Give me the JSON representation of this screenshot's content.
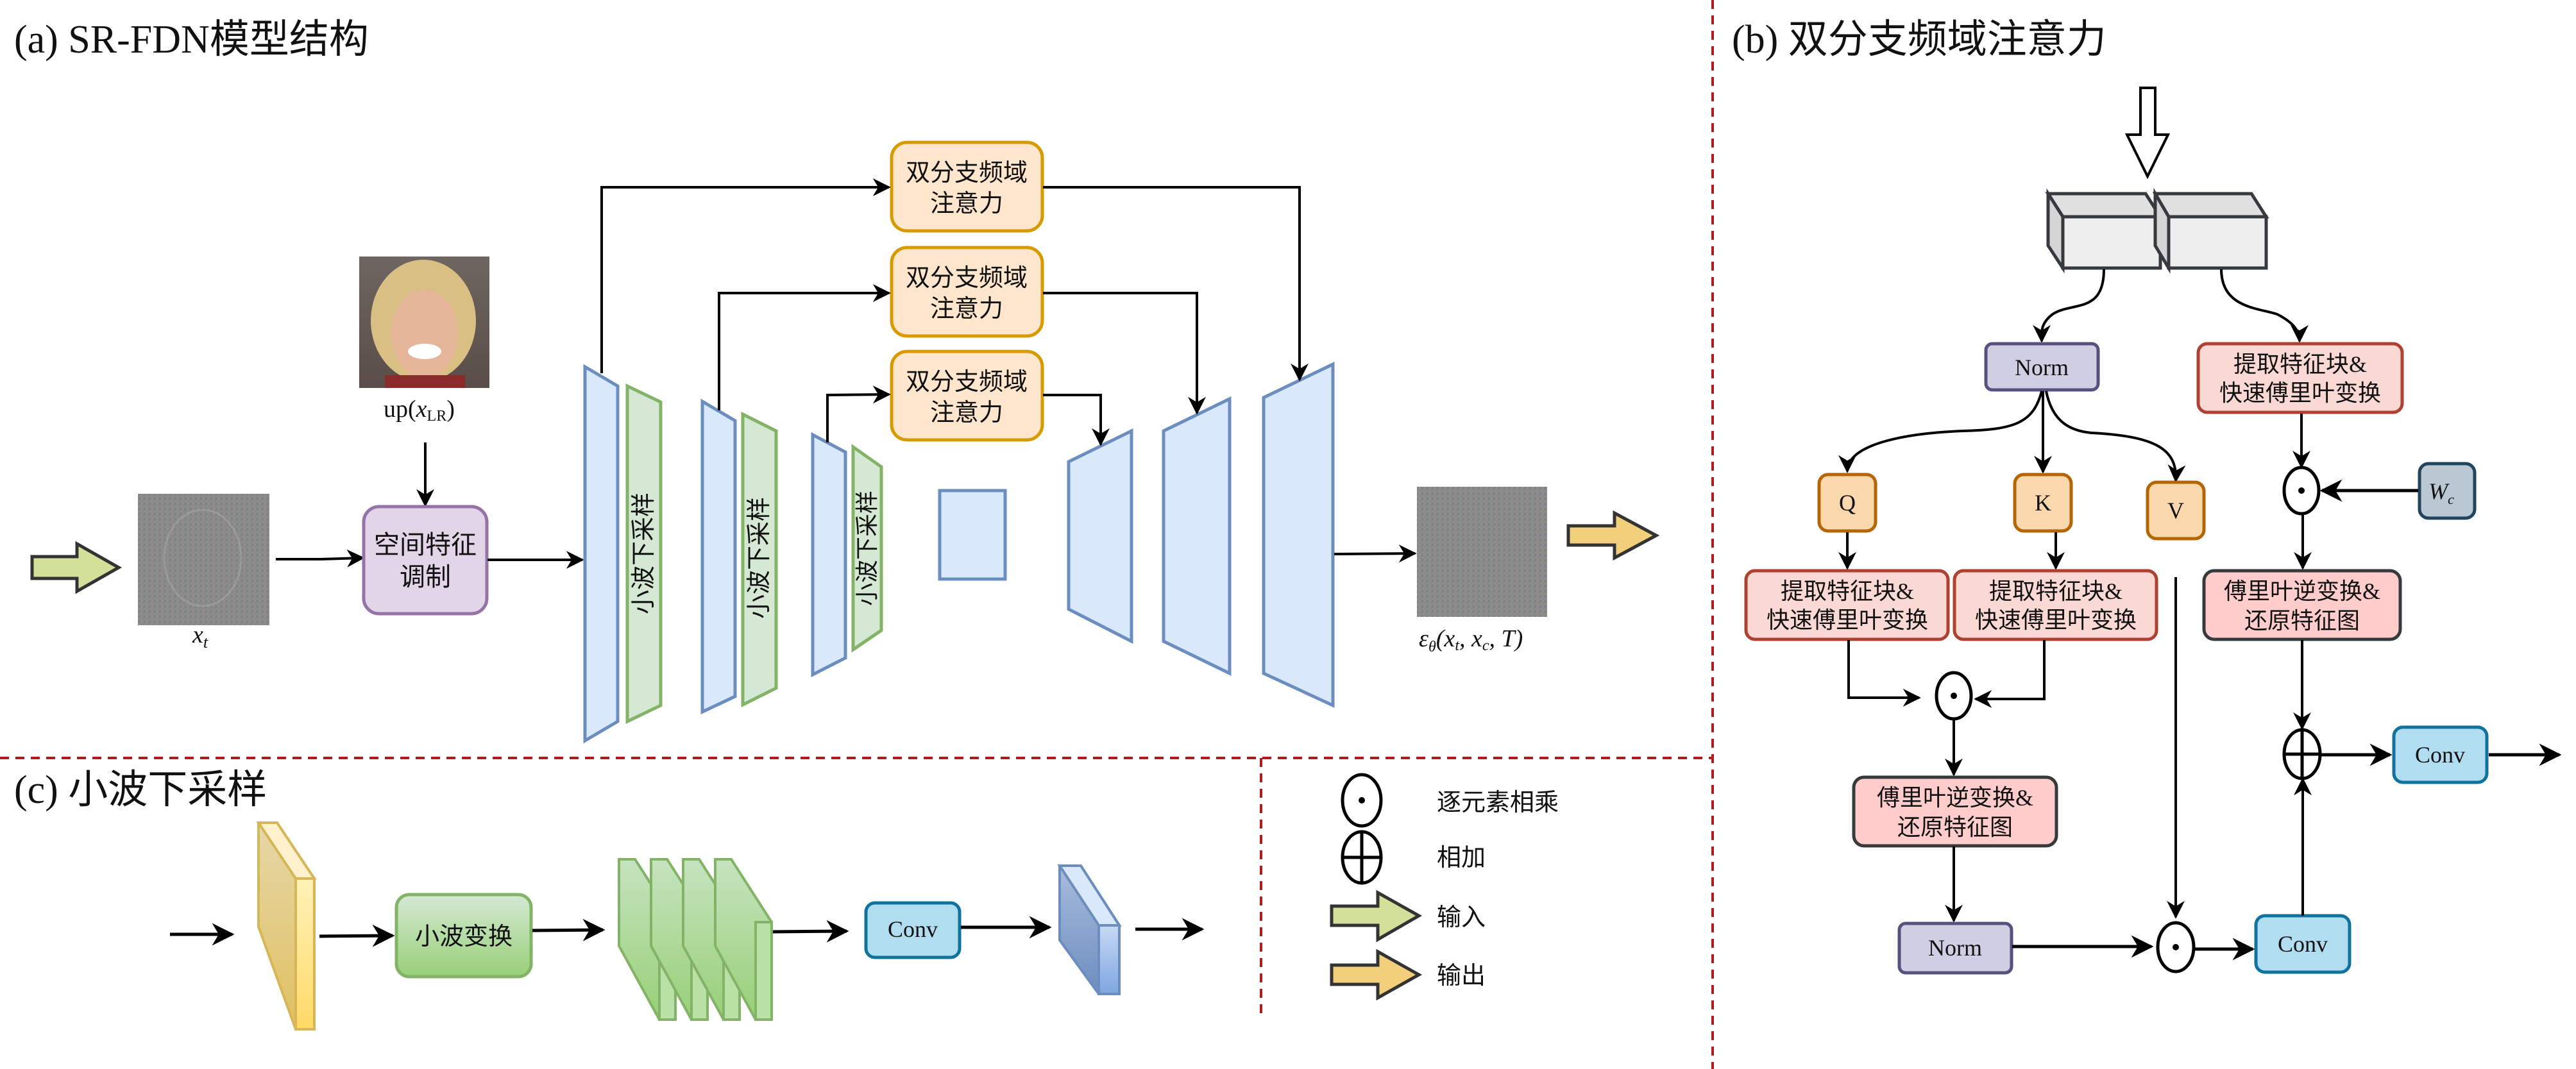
{
  "panel_a": {
    "title": "(a) SR-FDN模型结构",
    "lr_image_label_prefix": "up(",
    "lr_image_label_var": "x",
    "lr_image_label_sub": "LR",
    "lr_image_label_suffix": ")",
    "noisy_image_label_var": "x",
    "noisy_image_label_sub": "t",
    "spatial_modulation": [
      "空间特征",
      "调制"
    ],
    "attention_blocks": [
      [
        "双分支频域",
        "注意力"
      ],
      [
        "双分支频域",
        "注意力"
      ],
      [
        "双分支频域",
        "注意力"
      ]
    ],
    "downsample_labels": [
      "小波下采样",
      "小波下采样",
      "小波下采样"
    ],
    "output_label": "εθ(xt, xc, T)",
    "output_label_parts": {
      "eps": "ε",
      "theta": "θ",
      "args": "(x",
      "t": "t",
      "sep1": ", x",
      "c": "c",
      "sep2": ", T)"
    }
  },
  "panel_b": {
    "title": "(b) 双分支频域注意力",
    "norm_top": "Norm",
    "q": "Q",
    "k": "K",
    "v": "V",
    "extract_fft": [
      "提取特征块&",
      "快速傅里叶变换"
    ],
    "ifft_restore": [
      "傅里叶逆变换&",
      "还原特征图"
    ],
    "norm_bottom": "Norm",
    "conv_bottom": "Conv",
    "conv_right": "Conv",
    "weight_var": "W",
    "weight_sub": "c"
  },
  "panel_c": {
    "title": "(c) 小波下采样",
    "wavelet_transform": "小波变换",
    "conv": "Conv"
  },
  "legend": {
    "items": [
      {
        "icon": "elementwise-multiply-icon",
        "label": "逐元素相乘"
      },
      {
        "icon": "add-icon",
        "label": "相加"
      },
      {
        "icon": "input-arrow-icon",
        "label": "输入"
      },
      {
        "icon": "output-arrow-icon",
        "label": "输出"
      }
    ]
  },
  "colors": {
    "encoder_fill": "#dae8fc",
    "encoder_stroke": "#6c8ebf",
    "downsample_fill": "#d5e8d4",
    "downsample_stroke": "#82b366",
    "attention_fill": "#ffe6cc",
    "attention_stroke": "#d79b00",
    "modulation_fill": "#e1d5e7",
    "modulation_stroke": "#9673a6",
    "norm_fill": "#d0cee2",
    "norm_stroke": "#56517e",
    "qkv_fill": "#fad7ac",
    "qkv_stroke": "#b46504",
    "fft_fill": "#fad9d5",
    "fft_stroke": "#ae4132",
    "ifft_fill": "#ffcccc",
    "ifft_stroke": "#36393d",
    "conv_fill": "#b1ddf0",
    "conv_stroke": "#10739e",
    "weight_fill": "#bac8d3",
    "weight_stroke": "#23445d",
    "input_arrow": "#d3e09a",
    "output_arrow": "#f2cf7a",
    "divider": "#b01c1c"
  }
}
